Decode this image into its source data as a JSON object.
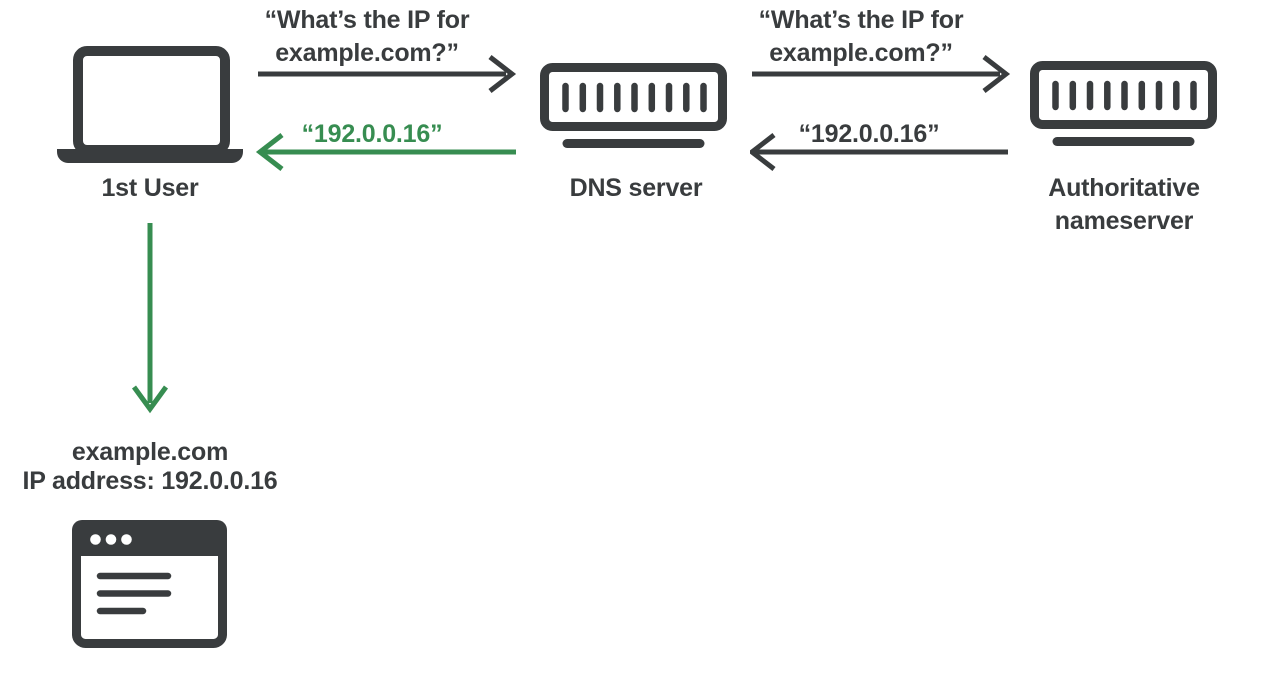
{
  "colors": {
    "ink": "#393c3e",
    "accent_green": "#378d51",
    "background": "#ffffff"
  },
  "nodes": {
    "user": {
      "label": "1st User",
      "icon": "laptop-icon"
    },
    "dns_server": {
      "label": "DNS server",
      "icon": "server-icon"
    },
    "authoritative_nameserver": {
      "label_line1": "Authoritative",
      "label_line2": "nameserver",
      "icon": "server-icon"
    },
    "result": {
      "line1": "example.com",
      "line2": "IP address: 192.0.0.16",
      "icon": "browser-window-icon"
    }
  },
  "messages": {
    "user_to_dns": {
      "line1": "“What’s the IP for",
      "line2": "example.com?”"
    },
    "dns_to_user": {
      "text": "“192.0.0.16”"
    },
    "dns_to_auth": {
      "line1": "“What’s the IP for",
      "line2": "example.com?”"
    },
    "auth_to_dns": {
      "text": "“192.0.0.16”"
    }
  }
}
